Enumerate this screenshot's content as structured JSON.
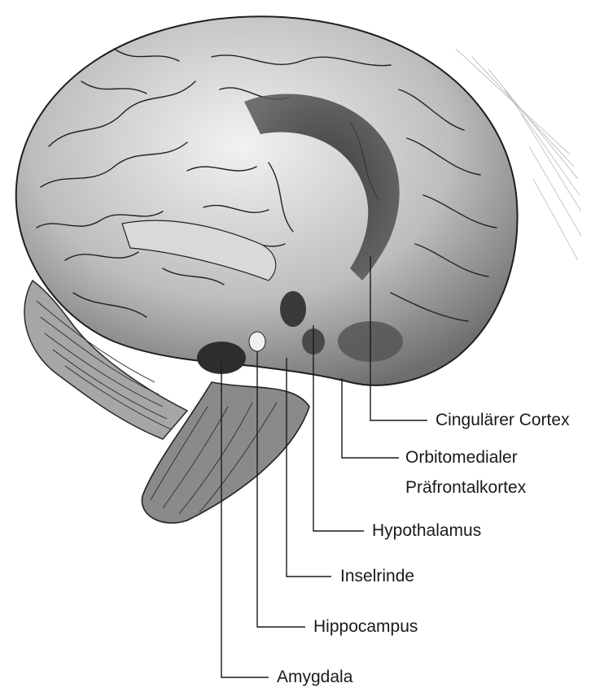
{
  "labels": {
    "cingulate": "Cingulärer Cortex",
    "orbitomedial_line1": "Orbitomedialer",
    "orbitomedial_line2": "Präfrontalkortex",
    "hypothalamus": "Hypothalamus",
    "insula": "Inselrinde",
    "hippocampus": "Hippocampus",
    "amygdala": "Amygdala"
  },
  "colors": {
    "ink": "#1a1a1a",
    "brain_light": "#e6e6e6",
    "brain_mid": "#9a9a9a",
    "brain_dark": "#2e2e2e"
  }
}
